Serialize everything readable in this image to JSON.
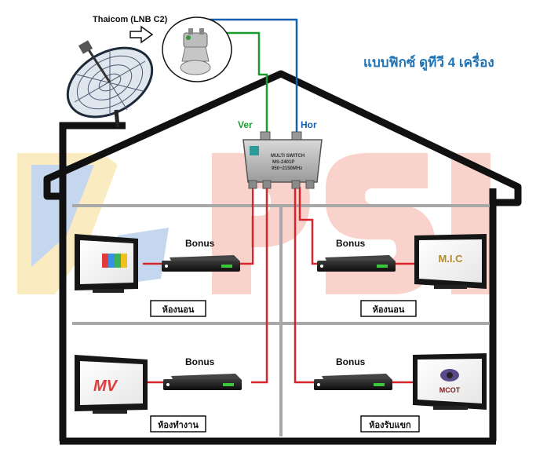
{
  "header": {
    "title": "แบบฟิกซ์ ดูทีวี 4 เครื่อง",
    "title_color": "#1e73b6"
  },
  "dish": {
    "label": "Thaicom (LNB C2)"
  },
  "cables": {
    "ver_label": "Ver",
    "hor_label": "Hor",
    "ver_color": "#1a9c2e",
    "hor_color": "#1560b0",
    "room_color": "#d7262b"
  },
  "multiswitch": {
    "line1": "MULTI SWITCH",
    "line2": "MS-2401P",
    "line3": "950~2150MHz"
  },
  "watermark": {
    "text": "PSI"
  },
  "rooms": [
    {
      "box_label": "Bonus",
      "room_label": "ห้องนอน",
      "channel_logo": "ch7-logo",
      "channel_text": ""
    },
    {
      "box_label": "Bonus",
      "room_label": "ห้องนอน",
      "channel_logo": "mlc-logo",
      "channel_text": "M.I.C"
    },
    {
      "box_label": "Bonus",
      "room_label": "ห้องทำงาน",
      "channel_logo": "mvtv-logo",
      "channel_text": "MV"
    },
    {
      "box_label": "Bonus",
      "room_label": "ห้องรับแขก",
      "channel_logo": "mcot-logo",
      "channel_text": "MCOT"
    }
  ]
}
